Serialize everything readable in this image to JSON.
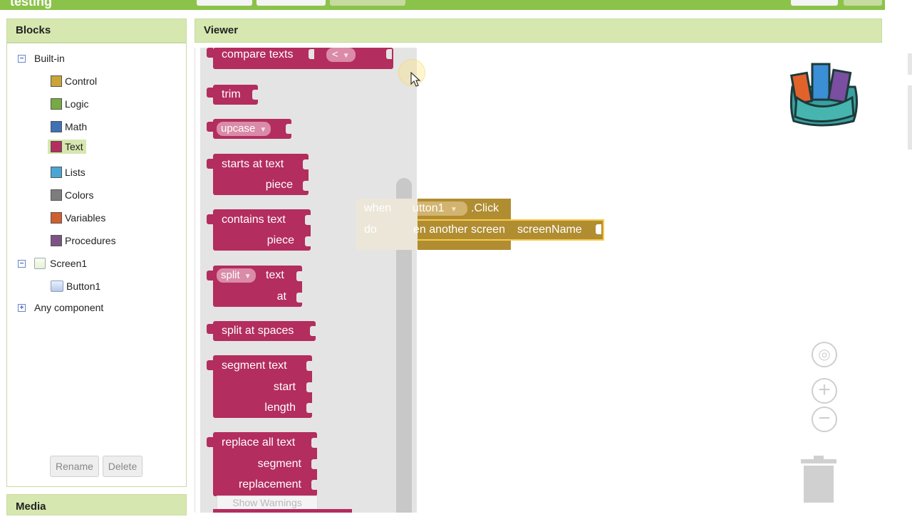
{
  "app": {
    "title": "testing"
  },
  "blocks_panel": {
    "title": "Blocks",
    "builtin_label": "Built-in",
    "items": [
      {
        "label": "Control",
        "color": "#c9a437"
      },
      {
        "label": "Logic",
        "color": "#77ab41"
      },
      {
        "label": "Math",
        "color": "#3f71b5"
      },
      {
        "label": "Text",
        "color": "#b32d5e"
      },
      {
        "label": "Lists",
        "color": "#49a6d4"
      },
      {
        "label": "Colors",
        "color": "#7d7d7d"
      },
      {
        "label": "Variables",
        "color": "#d05f2d"
      },
      {
        "label": "Procedures",
        "color": "#7c5385"
      }
    ],
    "screen_label": "Screen1",
    "button_label": "Button1",
    "any_component_label": "Any component",
    "rename_label": "Rename",
    "delete_label": "Delete"
  },
  "media_panel": {
    "title": "Media"
  },
  "viewer": {
    "title": "Viewer",
    "flyout_blocks": {
      "compare": {
        "label": "compare texts",
        "op": "<"
      },
      "trim": {
        "label": "trim"
      },
      "upcase": {
        "label": "upcase"
      },
      "starts_at": {
        "label": "starts at  text",
        "arg": "piece"
      },
      "contains": {
        "label": "contains  text",
        "arg": "piece"
      },
      "split": {
        "label": "split",
        "arg1": "text",
        "arg2": "at"
      },
      "split_spaces": {
        "label": "split at spaces"
      },
      "segment": {
        "label": "segment  text",
        "arg1": "start",
        "arg2": "length"
      },
      "replace_all": {
        "label": "replace all text",
        "arg1": "segment",
        "arg2": "replacement"
      }
    },
    "show_warnings_label": "Show Warnings",
    "event_block": {
      "when": "when",
      "do": "do",
      "component": "utton1",
      "event": ".Click",
      "proc_label": "en another screen",
      "param": "screenName"
    }
  }
}
